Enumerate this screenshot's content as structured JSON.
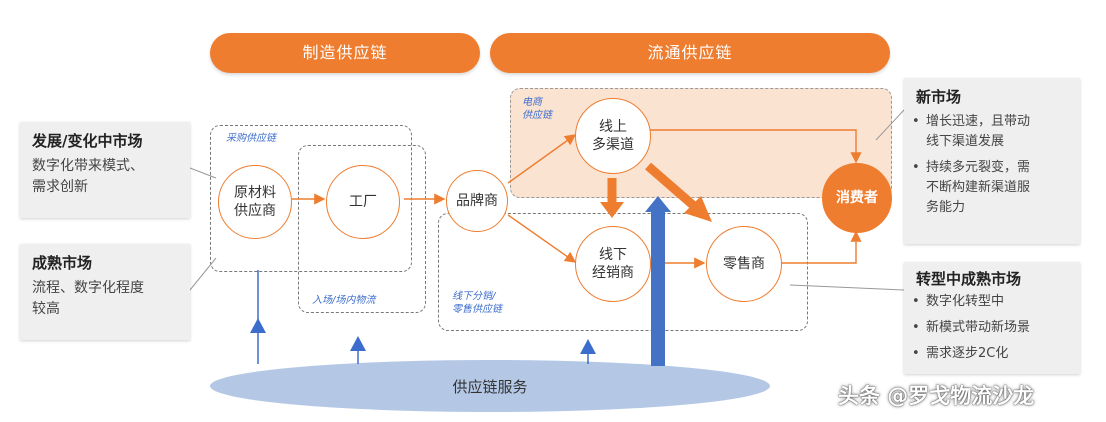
{
  "banners": {
    "manufacturing": "制造供应链",
    "circulation": "流通供应链"
  },
  "zones": {
    "procurement": "采购供应链",
    "inbound": "入场/场内物流",
    "ecommerce": "电商\n供应链",
    "offline": "线下分销/\n零售供应链"
  },
  "nodes": {
    "supplier": "原材料\n供应商",
    "factory": "工厂",
    "brand": "品牌商",
    "online": "线上\n多渠道",
    "distributor": "线下\n经销商",
    "retailer": "零售商",
    "consumer": "消费者"
  },
  "service_label": "供应链服务",
  "left_panels": [
    {
      "title": "发展/变化中市场",
      "text": "数字化带来模式、\n需求创新"
    },
    {
      "title": "成熟市场",
      "text": "流程、数字化程度\n较高"
    }
  ],
  "right_panels": [
    {
      "title": "新市场",
      "items": [
        "增长迅速，且带动\n线下渠道发展",
        "持续多元裂变，需\n不断构建新渠道服\n务能力"
      ]
    },
    {
      "title": "转型中成熟市场",
      "items": [
        "数字化转型中",
        "新模式带动新场景",
        "需求逐步2C化"
      ]
    }
  ],
  "watermark": "头条 @罗戈物流沙龙",
  "colors": {
    "accent": "#ee7d2f",
    "blue": "#3d6dcc",
    "ecommerce_zone": "#fbe3d2"
  }
}
